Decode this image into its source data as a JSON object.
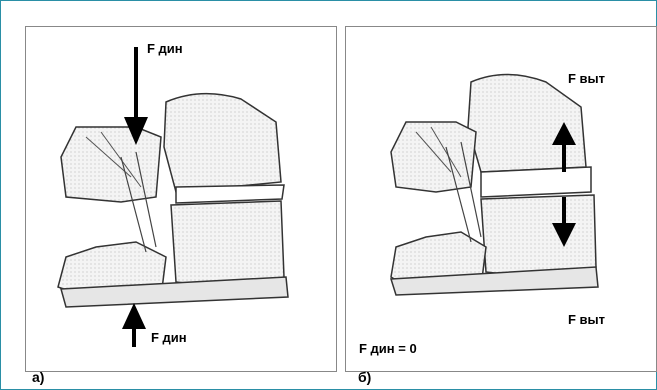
{
  "panel_a": {
    "caption": "а)",
    "top_force_label": "F дин",
    "bottom_force_label": "F дин"
  },
  "panel_b": {
    "caption": "б)",
    "top_force_label": "F выт",
    "bottom_force_label": "F выт",
    "note": "F дин = 0"
  },
  "colors": {
    "frame_border": "#2a8fa6",
    "bone_fill": "#f2f2f2",
    "bone_stroke": "#333333",
    "arrow": "#000000"
  }
}
